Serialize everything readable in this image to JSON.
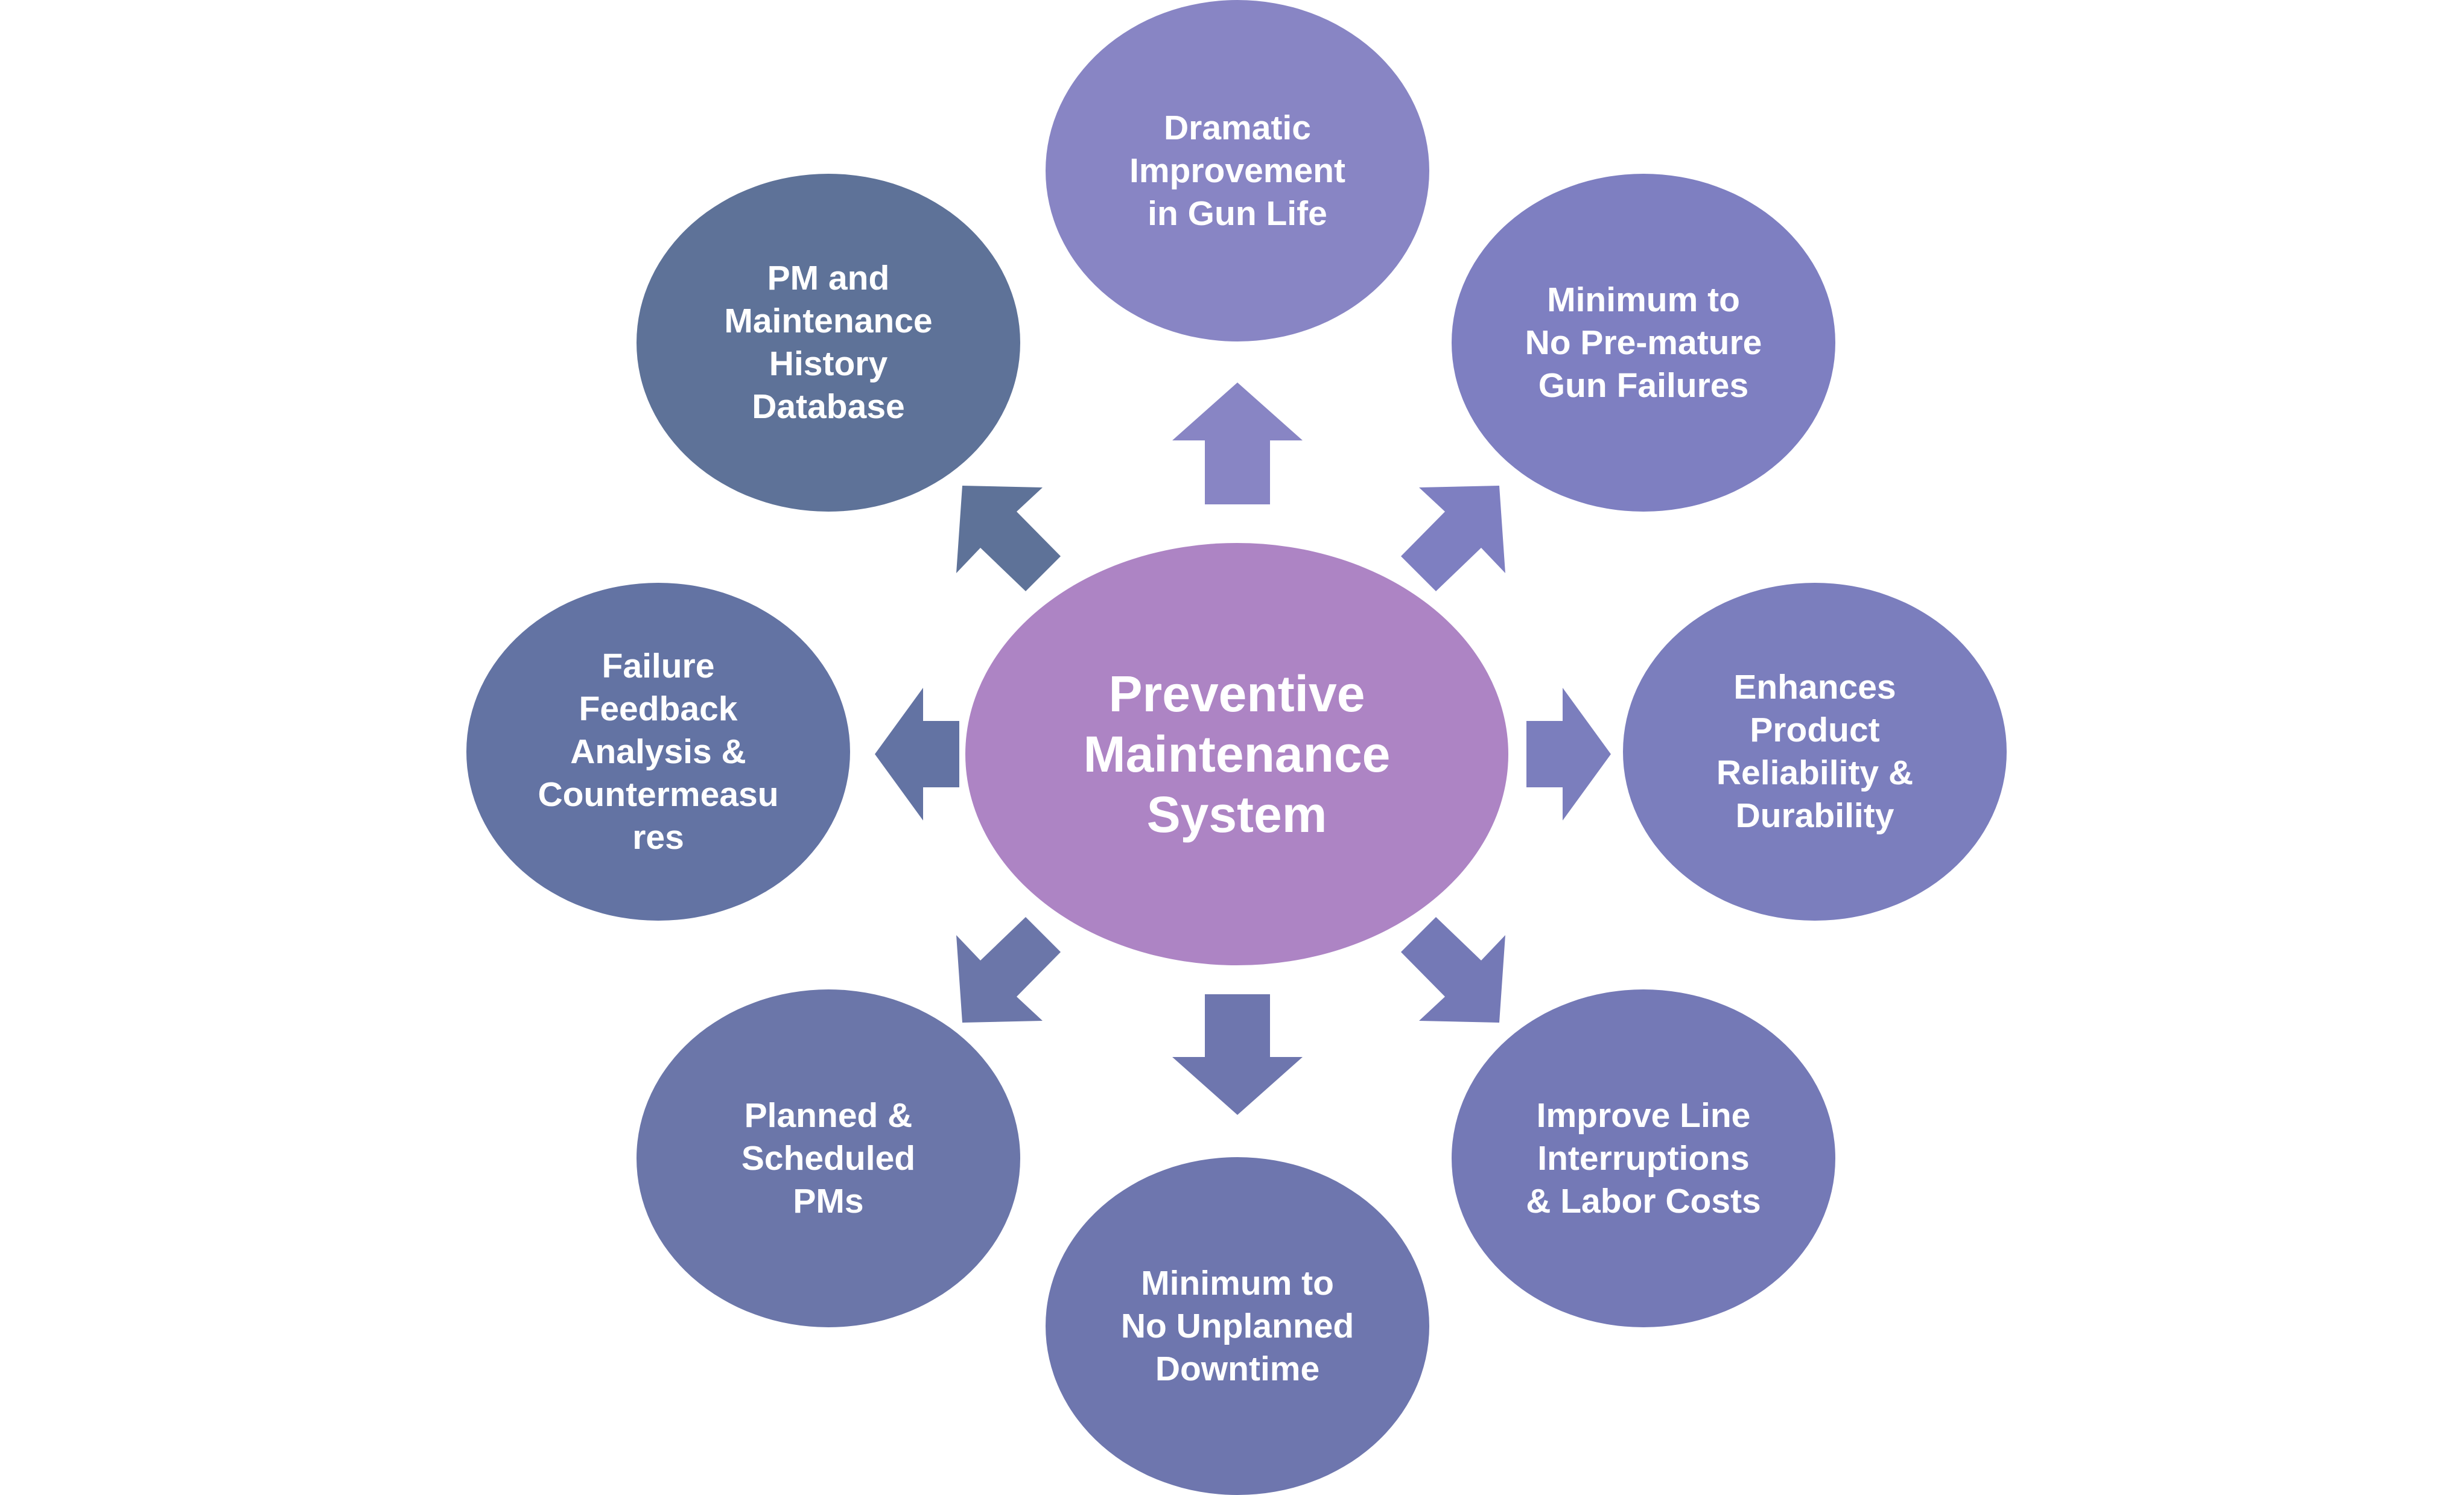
{
  "diagram": {
    "center": {
      "label": "Preventive\nMaintenance\nSystem",
      "color": "#ad84c4"
    },
    "nodes": [
      {
        "id": "top",
        "label": "Dramatic\nImprovement\nin Gun Life",
        "color": "#8885c4",
        "icon": "arrow-up"
      },
      {
        "id": "top-right",
        "label": "Minimum to\nNo Pre-mature\nGun Failures",
        "color": "#7e7fc1",
        "icon": "arrow-up-right"
      },
      {
        "id": "right",
        "label": "Enhances\nProduct\nReliability &\nDurability",
        "color": "#7b7ebd",
        "icon": "arrow-right"
      },
      {
        "id": "bottom-right",
        "label": "Improve Line\nInterruptions\n& Labor Costs",
        "color": "#7479b6",
        "icon": "arrow-down-right"
      },
      {
        "id": "bottom",
        "label": "Minimum to\nNo Unplanned\nDowntime",
        "color": "#6e76ae",
        "icon": "arrow-down"
      },
      {
        "id": "bottom-left",
        "label": "Planned &\nScheduled\nPMs",
        "color": "#6b76a9",
        "icon": "arrow-down-left"
      },
      {
        "id": "left",
        "label": "Failure\nFeedback\nAnalysis &\nCountermeasu\nres",
        "color": "#6373a3",
        "icon": "arrow-left"
      },
      {
        "id": "top-left",
        "label": "PM and\nMaintenance\nHistory\nDatabase",
        "color": "#5e7298",
        "icon": "arrow-up-left"
      }
    ]
  }
}
